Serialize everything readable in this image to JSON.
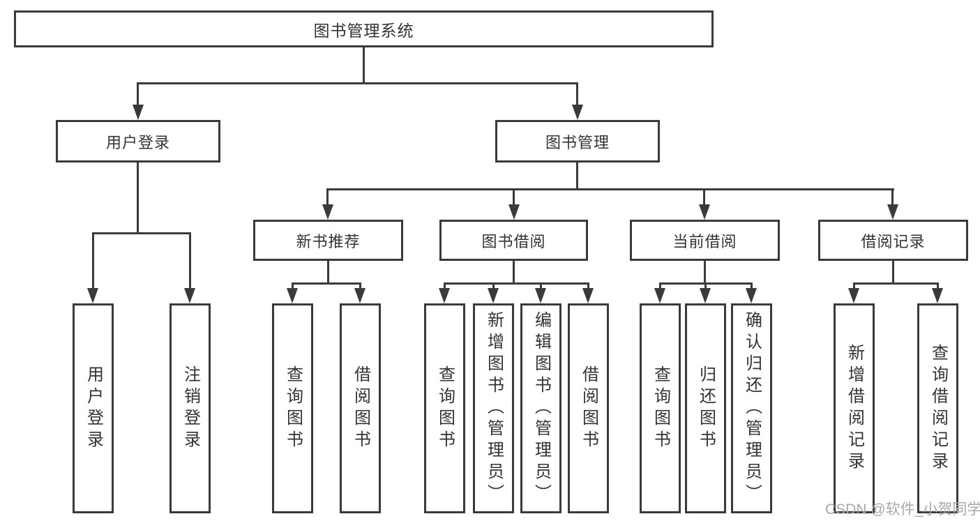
{
  "diagram": {
    "root": {
      "label": "图书管理系统"
    },
    "level2": [
      {
        "label": "用户登录"
      },
      {
        "label": "图书管理"
      }
    ],
    "level3": [
      {
        "label": "新书推荐"
      },
      {
        "label": "图书借阅"
      },
      {
        "label": "当前借阅"
      },
      {
        "label": "借阅记录"
      }
    ],
    "leaves": {
      "user_login": [
        {
          "label": "用户登录"
        },
        {
          "label": "注销登录"
        }
      ],
      "new_book_recommend": [
        {
          "label": "查询图书"
        },
        {
          "label": "借阅图书"
        }
      ],
      "book_borrow": [
        {
          "label": "查询图书"
        },
        {
          "label": "新增图书（管理员）"
        },
        {
          "label": "编辑图书（管理员）"
        },
        {
          "label": "借阅图书"
        }
      ],
      "current_borrow": [
        {
          "label": "查询图书"
        },
        {
          "label": "归还图书"
        },
        {
          "label": "确认归还（管理员）"
        }
      ],
      "borrow_records": [
        {
          "label": "新增借阅记录"
        },
        {
          "label": "查询借阅记录"
        }
      ]
    },
    "watermark": "CSDN @软件_小贺同学"
  }
}
